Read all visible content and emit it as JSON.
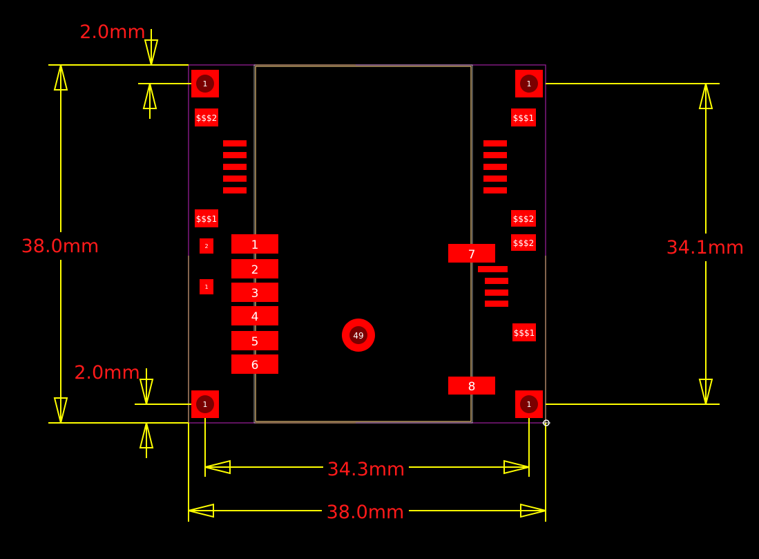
{
  "colors": {
    "background": "#000000",
    "dimension": "#ffff00",
    "dimension_text": "#ff1a1a",
    "pad": "#ff0000",
    "pad_text": "#ffffff",
    "hole": "#7a0000",
    "board_outline": "#a020a0",
    "silk": "#e8c27a",
    "courtyard": "#ffffff"
  },
  "dimensions": {
    "top_margin": "2.0mm",
    "bottom_margin": "2.0mm",
    "height_outer": "38.0mm",
    "height_holes": "34.1mm",
    "width_holes": "34.3mm",
    "width_outer": "38.0mm"
  },
  "mounting_holes": [
    "1",
    "1",
    "1",
    "1"
  ],
  "small_pad_labels": {
    "left_top": "$$$2",
    "left_mid": "$$$1",
    "right_top": "$$$1",
    "right_mid_a": "$$$2",
    "right_mid_b": "$$$2",
    "right_low": "$$$1",
    "tiny_a": "2",
    "tiny_b": "1"
  },
  "pin_labels": [
    "1",
    "2",
    "3",
    "4",
    "5",
    "6",
    "7",
    "8"
  ],
  "center_pad_label": "49"
}
